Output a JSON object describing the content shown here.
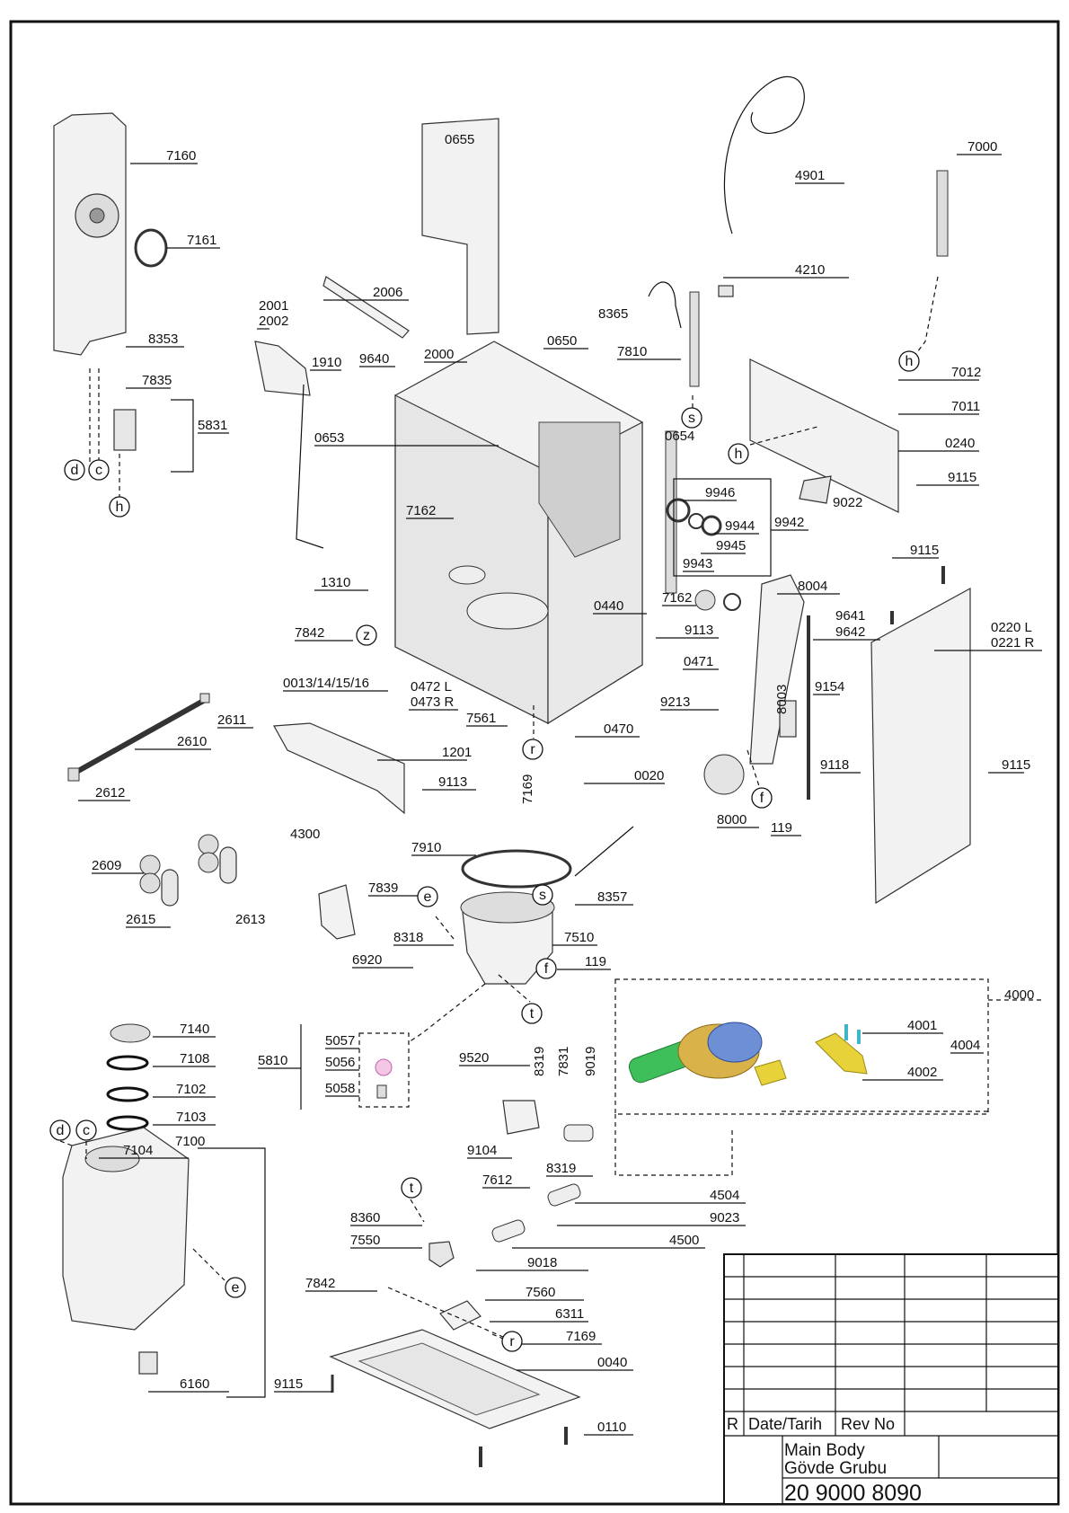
{
  "callouts": [
    {
      "id": "l7160",
      "text": "7160"
    },
    {
      "id": "l7161",
      "text": "7161"
    },
    {
      "id": "l8353",
      "text": "8353"
    },
    {
      "id": "l7835",
      "text": "7835"
    },
    {
      "id": "l5831",
      "text": "5831"
    },
    {
      "id": "l0655",
      "text": "0655"
    },
    {
      "id": "l2006",
      "text": "2006"
    },
    {
      "id": "l2001",
      "text": "2001"
    },
    {
      "id": "l2002",
      "text": "2002"
    },
    {
      "id": "l1910",
      "text": "1910"
    },
    {
      "id": "l9640",
      "text": "9640"
    },
    {
      "id": "l2000",
      "text": "2000"
    },
    {
      "id": "l0650",
      "text": "0650"
    },
    {
      "id": "l0653",
      "text": "0653"
    },
    {
      "id": "l0654",
      "text": "0654"
    },
    {
      "id": "l7162a",
      "text": "7162"
    },
    {
      "id": "l1310",
      "text": "1310"
    },
    {
      "id": "l7842a",
      "text": "7842"
    },
    {
      "id": "l0013",
      "text": "0013/14/15/16"
    },
    {
      "id": "l0472",
      "text": "0472 L"
    },
    {
      "id": "l0473",
      "text": "0473 R"
    },
    {
      "id": "l7561",
      "text": "7561"
    },
    {
      "id": "l0440",
      "text": "0440"
    },
    {
      "id": "l0471",
      "text": "0471"
    },
    {
      "id": "l9213",
      "text": "9213"
    },
    {
      "id": "l0470",
      "text": "0470"
    },
    {
      "id": "l4901",
      "text": "4901"
    },
    {
      "id": "l4210",
      "text": "4210"
    },
    {
      "id": "l8365",
      "text": "8365"
    },
    {
      "id": "l7810",
      "text": "7810"
    },
    {
      "id": "l7000",
      "text": "7000"
    },
    {
      "id": "l7012",
      "text": "7012"
    },
    {
      "id": "l7011",
      "text": "7011"
    },
    {
      "id": "l0240",
      "text": "0240"
    },
    {
      "id": "l9115a",
      "text": "9115"
    },
    {
      "id": "l9022",
      "text": "9022"
    },
    {
      "id": "l9946",
      "text": "9946"
    },
    {
      "id": "l9944",
      "text": "9944"
    },
    {
      "id": "l9945",
      "text": "9945"
    },
    {
      "id": "l9943",
      "text": "9943"
    },
    {
      "id": "l9942",
      "text": "9942"
    },
    {
      "id": "l7162b",
      "text": "7162"
    },
    {
      "id": "l8004",
      "text": "8004"
    },
    {
      "id": "l9113a",
      "text": "9113"
    },
    {
      "id": "l9115b",
      "text": "9115"
    },
    {
      "id": "l9641",
      "text": "9641"
    },
    {
      "id": "l9642",
      "text": "9642"
    },
    {
      "id": "l0220",
      "text": "0220 L"
    },
    {
      "id": "l0221",
      "text": "0221 R"
    },
    {
      "id": "l9154",
      "text": "9154"
    },
    {
      "id": "l8003",
      "text": "8003"
    },
    {
      "id": "l9118",
      "text": "9118"
    },
    {
      "id": "l9115c",
      "text": "9115"
    },
    {
      "id": "l8000",
      "text": "8000"
    },
    {
      "id": "l119a",
      "text": "119"
    },
    {
      "id": "l2611",
      "text": "2611"
    },
    {
      "id": "l2610",
      "text": "2610"
    },
    {
      "id": "l2612",
      "text": "2612"
    },
    {
      "id": "l1201",
      "text": "1201"
    },
    {
      "id": "l9113b",
      "text": "9113"
    },
    {
      "id": "l7169a",
      "text": "7169"
    },
    {
      "id": "l0020",
      "text": "0020"
    },
    {
      "id": "l4300",
      "text": "4300"
    },
    {
      "id": "l7910",
      "text": "7910"
    },
    {
      "id": "l2609",
      "text": "2609"
    },
    {
      "id": "l2615",
      "text": "2615"
    },
    {
      "id": "l2613",
      "text": "2613"
    },
    {
      "id": "l7839",
      "text": "7839"
    },
    {
      "id": "l8357",
      "text": "8357"
    },
    {
      "id": "l8318",
      "text": "8318"
    },
    {
      "id": "l7510",
      "text": "7510"
    },
    {
      "id": "l6920",
      "text": "6920"
    },
    {
      "id": "l119b",
      "text": "119"
    },
    {
      "id": "l4000",
      "text": "4000"
    },
    {
      "id": "l4001",
      "text": "4001"
    },
    {
      "id": "l4004",
      "text": "4004"
    },
    {
      "id": "l4002",
      "text": "4002"
    },
    {
      "id": "l7140",
      "text": "7140"
    },
    {
      "id": "l7108",
      "text": "7108"
    },
    {
      "id": "l5810",
      "text": "5810"
    },
    {
      "id": "l5057",
      "text": "5057"
    },
    {
      "id": "l5056",
      "text": "5056"
    },
    {
      "id": "l5058",
      "text": "5058"
    },
    {
      "id": "l7102",
      "text": "7102"
    },
    {
      "id": "l7103",
      "text": "7103"
    },
    {
      "id": "l7104",
      "text": "7104"
    },
    {
      "id": "l7100",
      "text": "7100"
    },
    {
      "id": "l9520",
      "text": "9520"
    },
    {
      "id": "l8319a",
      "text": "8319"
    },
    {
      "id": "l7831",
      "text": "7831"
    },
    {
      "id": "l9019",
      "text": "9019"
    },
    {
      "id": "l9104",
      "text": "9104"
    },
    {
      "id": "l7612",
      "text": "7612"
    },
    {
      "id": "l8319b",
      "text": "8319"
    },
    {
      "id": "l4504",
      "text": "4504"
    },
    {
      "id": "l9023",
      "text": "9023"
    },
    {
      "id": "l8360",
      "text": "8360"
    },
    {
      "id": "l7550",
      "text": "7550"
    },
    {
      "id": "l4500",
      "text": "4500"
    },
    {
      "id": "l9018",
      "text": "9018"
    },
    {
      "id": "l7842b",
      "text": "7842"
    },
    {
      "id": "l7560",
      "text": "7560"
    },
    {
      "id": "l6311",
      "text": "6311"
    },
    {
      "id": "l7169b",
      "text": "7169"
    },
    {
      "id": "l0040",
      "text": "0040"
    },
    {
      "id": "l6160",
      "text": "6160"
    },
    {
      "id": "l9115d",
      "text": "9115"
    },
    {
      "id": "l0110",
      "text": "0110"
    }
  ],
  "connectors": [
    {
      "id": "cd1",
      "letter": "d"
    },
    {
      "id": "cc1",
      "letter": "c"
    },
    {
      "id": "ch1",
      "letter": "h"
    },
    {
      "id": "cs1",
      "letter": "s"
    },
    {
      "id": "ch2",
      "letter": "h"
    },
    {
      "id": "ch3",
      "letter": "h"
    },
    {
      "id": "cz1",
      "letter": "z"
    },
    {
      "id": "cr1",
      "letter": "r"
    },
    {
      "id": "cf1",
      "letter": "f"
    },
    {
      "id": "ce1",
      "letter": "e"
    },
    {
      "id": "cs2",
      "letter": "s"
    },
    {
      "id": "cf2",
      "letter": "f"
    },
    {
      "id": "ct1",
      "letter": "t"
    },
    {
      "id": "cd2",
      "letter": "d"
    },
    {
      "id": "cc2",
      "letter": "c"
    },
    {
      "id": "ce2",
      "letter": "e"
    },
    {
      "id": "ct2",
      "letter": "t"
    },
    {
      "id": "cr2",
      "letter": "r"
    }
  ],
  "title_block": {
    "rev_letter": "R",
    "date_label": "Date/Tarih",
    "rev_label": "Rev No",
    "title_en": "Main Body",
    "title_tr": "Gövde Grubu",
    "drawing_no": "20 9000 8090"
  },
  "colors": {
    "motor_blue": "#6c8fd6",
    "motor_gold": "#d9b24a",
    "rotor_green": "#3fbf5a",
    "heater_yellow": "#e8d23a",
    "cyan_screw": "#3fb6c8"
  }
}
